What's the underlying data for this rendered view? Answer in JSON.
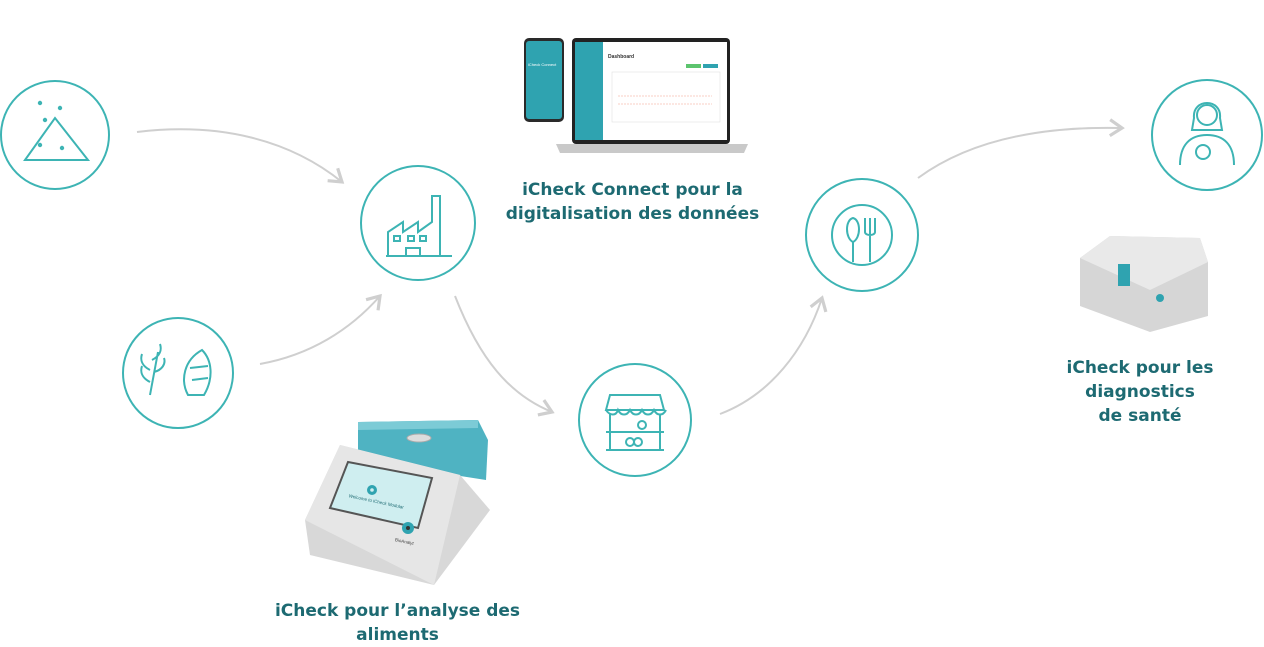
{
  "captions": {
    "connect": [
      "iCheck Connect pour la",
      "digitalisation des données"
    ],
    "food": [
      "iCheck pour l’analyse des",
      "aliments"
    ],
    "health": [
      "iCheck pour les diagnostics",
      "de santé"
    ]
  },
  "device_screens": {
    "dashboard_title": "Dashboard",
    "phone_title": "iCheck Connect",
    "modular_screen": "Welcome to iCheck Modular",
    "brand": "BioAnalyt"
  },
  "steps": [
    {
      "icon": "raw-powder-icon"
    },
    {
      "icon": "grain-corn-icon"
    },
    {
      "icon": "factory-icon"
    },
    {
      "icon": "market-stall-icon"
    },
    {
      "icon": "plate-cutlery-icon"
    },
    {
      "icon": "mother-child-icon"
    }
  ],
  "colors": {
    "accent": "#3db4b4",
    "text": "#1d6a72",
    "arrow": "#cfcfcf",
    "device_teal": "#2fa3b0"
  }
}
